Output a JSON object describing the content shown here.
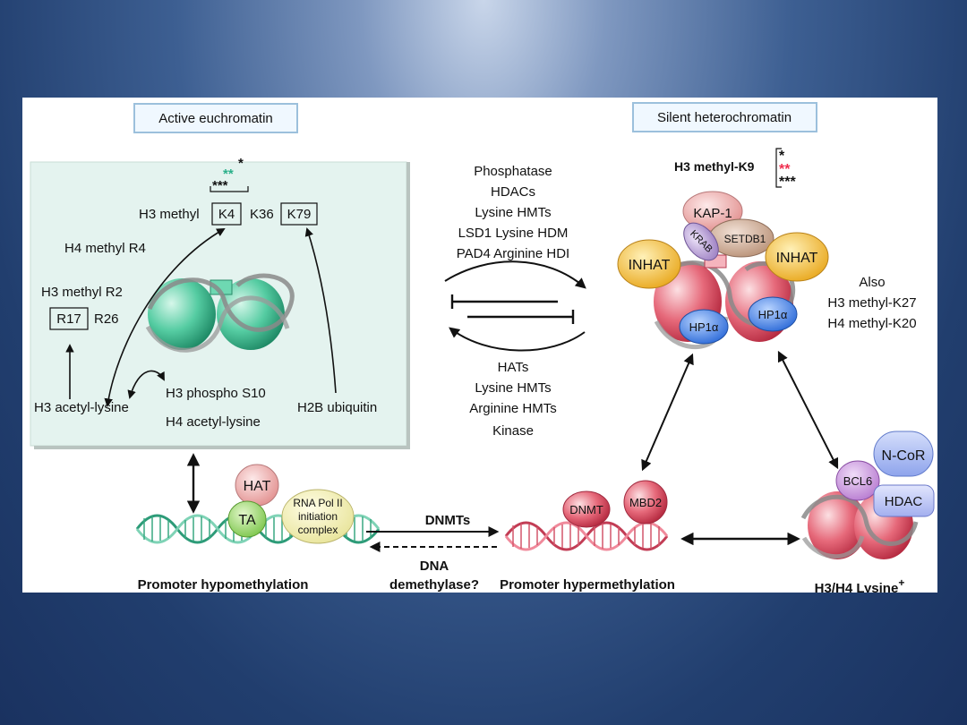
{
  "diagram": {
    "headers": {
      "left": "Active euchromatin",
      "right": "Silent heterochromatin"
    },
    "stars": {
      "left_top": "*",
      "left_mid": "**",
      "left_bot": "***",
      "right_top": "*",
      "right_mid": "**",
      "right_bot": "***"
    },
    "euchromatin": {
      "h3_methyl": "H3 methyl",
      "k4": "K4",
      "k36": "K36",
      "k79": "K79",
      "h4_methyl_r4": "H4 methyl R4",
      "h3_methyl_r2": "H3 methyl R2",
      "r17": "R17",
      "r26": "R26",
      "h3_acetyl_lysine": "H3 acetyl-lysine",
      "h3_phospho_s10": "H3 phospho S10",
      "h4_acetyl_lysine": "H4 acetyl-lysine",
      "h2b_ubiquitin": "H2B ubiquitin"
    },
    "upper_enzymes": [
      "Phosphatase",
      "HDACs",
      "Lysine HMTs",
      "LSD1 Lysine HDM",
      "PAD4 Arginine HDI"
    ],
    "lower_enzymes": [
      "HATs",
      "Lysine HMTs",
      "Arginine HMTs",
      "Kinase"
    ],
    "heterochromatin": {
      "h3_methyl_k9": "H3 methyl-K9",
      "kap1": "KAP-1",
      "krab": "KRAB",
      "setdb1": "SETDB1",
      "inhat_left": "INHAT",
      "inhat_right": "INHAT",
      "hp1_left": "HP1α",
      "hp1_right": "HP1α",
      "also": "Also",
      "h3_k27": "H3 methyl-K27",
      "h4_k20": "H4 methyl-K20"
    },
    "promoter": {
      "hat": "HAT",
      "ta": "TA",
      "rna_pol": [
        "RNA Pol II",
        "initiation",
        "complex"
      ],
      "hypo_label": "Promoter hypomethylation",
      "dnmts": "DNMTs",
      "dna_demethylase": [
        "DNA",
        "demethylase?"
      ],
      "dnmt": "DNMT",
      "mbd2": "MBD2",
      "hyper_label": "Promoter hypermethylation",
      "ncor": "N-CoR",
      "bcl6": "BCL6",
      "hdac": "HDAC",
      "lysine_label": "H3/H4 Lysine",
      "lysine_sup": "+"
    },
    "colors": {
      "euchromatin_panel": "#e4f3ef",
      "active_nucleosome": "#49c79c",
      "silent_nucleosome": "#e35b6b",
      "inhat": "#f2b62b",
      "hp1": "#3a7ae0",
      "kap1": "#e7a6a8",
      "krab": "#a585c4",
      "setdb1": "#c7a491",
      "hat": "#eda3a3",
      "ta": "#9bd86e",
      "rna_pol": "#f2f0ae",
      "ncor": "#8aa6ea",
      "hdac": "#a7b4f2",
      "bcl6": "#c58fd9",
      "red_star": "#ef2f4f",
      "green_star": "#2bb08a"
    }
  }
}
